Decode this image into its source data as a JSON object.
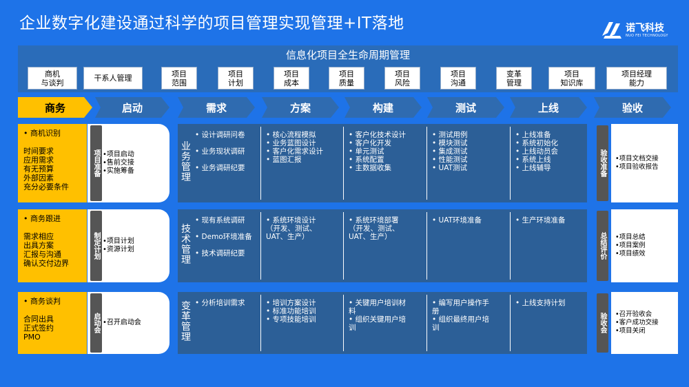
{
  "title": "企业数字化建设通过科学的项目管理实现管理+IT落地",
  "logo": {
    "cn": "诺飞科技",
    "en": "NUO FEI TECHNOLOGY",
    "brand_color": "#FFFFFF"
  },
  "colors": {
    "background": "#1E73E8",
    "band": "#2A6CB9",
    "chevron": "#2F6BB0",
    "highlight": "#FFC000",
    "sidebar": "#555555",
    "panel": "#2C5F97"
  },
  "lifecycle": {
    "title": "信息化项目全生命周期管理",
    "items": [
      "商机\n与谈判",
      "干系人管理",
      "项目\n范围",
      "项目\n计划",
      "项目\n成本",
      "项目\n质量",
      "项目\n风险",
      "项目\n沟通",
      "变革\n管理",
      "项目\n知识库",
      "项目经理\n能力"
    ]
  },
  "phases": [
    "商务",
    "启动",
    "需求",
    "方案",
    "构建",
    "测试",
    "上线",
    "验收"
  ],
  "rows": [
    {
      "label": "• 商机识别\n\n时间要求\n应用需求\n有无预算\n外部因素\n充分必要条件",
      "sidebar": "项目准备",
      "start_items": "•项目启动\n•售前交接\n•实施筹备",
      "group": "业\n务\n管\n理",
      "req": "• 设计调研问卷\n\n• 业务现状调研\n\n• 业务调研纪要",
      "plan": "• 核心流程模拟\n• 业务蓝图设计\n• 客户化需求设计\n• 蓝图汇报",
      "build": "• 客户化技术设计\n• 客户化开发\n• 单元测试\n• 系统配置\n• 主数据收集",
      "test": "• 测试用例\n• 模块测试\n• 集成测试\n• 性能测试\n• UAT测试",
      "golive": "• 上线准备\n• 系统初始化\n• 上线动员会\n• 系统上线\n• 上线辅导",
      "accept_sidebar": "验收准备",
      "accept_items": "•项目文档交接\n•项目验收报告"
    },
    {
      "label": "• 商务跟进\n\n需求相应\n出具方案\n汇报与沟通\n确认交付边界",
      "sidebar": "制定计划",
      "start_items": "•项目计划\n•资源计划",
      "group": "技\n术\n管\n理",
      "req": "• 现有系统调研\n\n• Demo环境准备\n\n• 技术调研纪要",
      "plan": "• 系统环境设计\n  （开发、测试、\n  UAT、生产）",
      "build": "• 系统环境部署\n  （开发、测试、\n  UAT、生产）",
      "test": "• UAT环境准备",
      "golive": "• 生产环境准备",
      "accept_sidebar": "总结评价",
      "accept_items": "•项目总结\n•项目案例\n•项目绩效"
    },
    {
      "label": "• 商务谈判\n\n合同出具\n正式签约\nPMO",
      "sidebar": "启动会",
      "start_items": "•召开启动会",
      "group": "变\n革\n管\n理",
      "req": "• 分析培训需求",
      "plan": "• 培训方案设计\n• 标准功能培训\n• 专项技能培训",
      "build": "• 关键用户培训材\n  料\n• 组织关键用户培\n  训",
      "test": "• 编写用户操作手\n  册\n• 组织最终用户培\n  训",
      "golive": "• 上线支持计划",
      "accept_sidebar": "验收会",
      "accept_items": "•召开验收会\n•客户成功交接\n•项目关闭"
    }
  ]
}
